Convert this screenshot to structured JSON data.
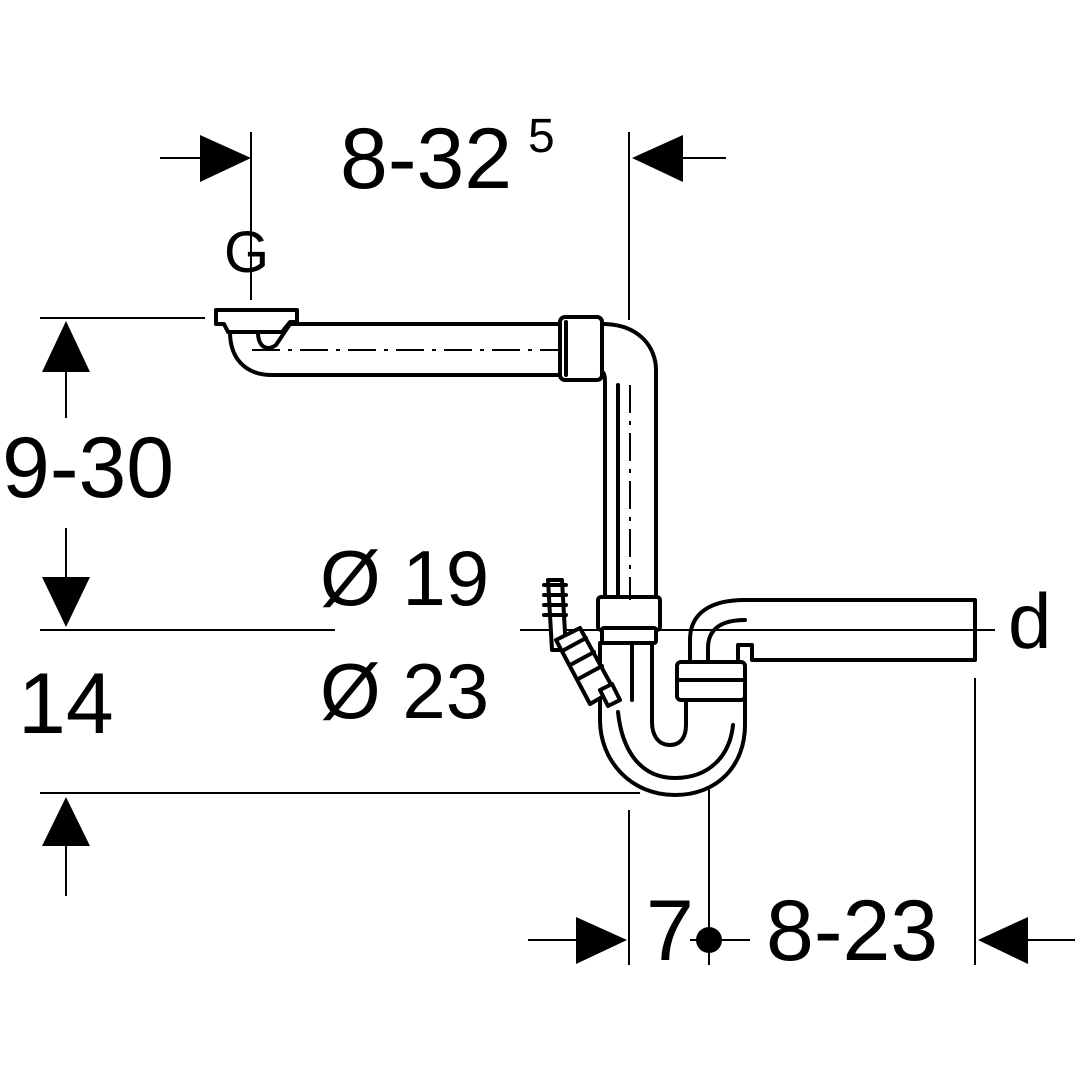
{
  "labels": {
    "top_width": "8-32",
    "top_width_sup": "5",
    "inlet": "G",
    "left_height": "9-30",
    "diameter_1": "Ø 19",
    "diameter_2": "Ø 23",
    "bottom_height": "14",
    "outlet": "d",
    "bottom_offset": "7",
    "bottom_width": "8-23"
  }
}
